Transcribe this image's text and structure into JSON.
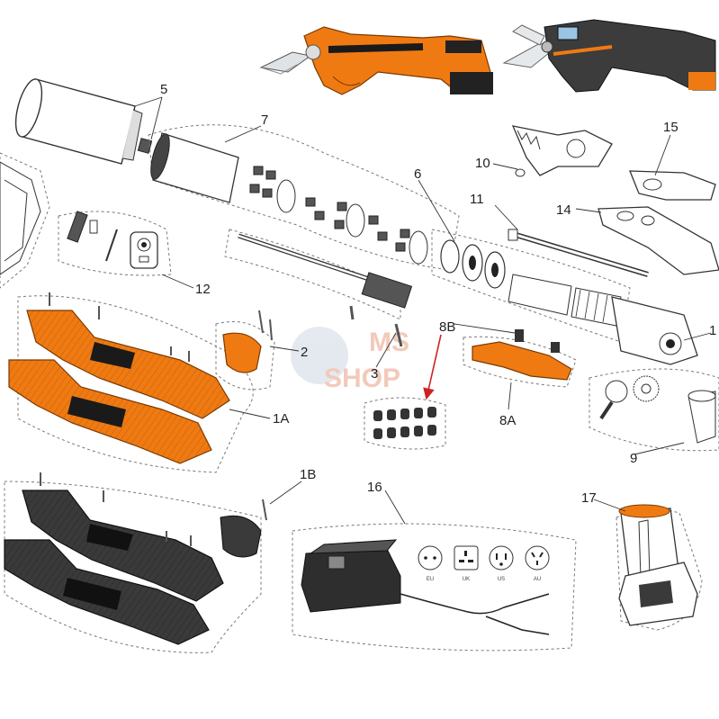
{
  "colors": {
    "accent": "#f07a12",
    "accent_dark": "#c85c00",
    "dark_part": "#3a3a3a",
    "outline": "#333333",
    "dashed": "#777777",
    "watermark": "#e8a080",
    "arrow": "#cc2222"
  },
  "parts": [
    {
      "id": "5",
      "label": "5"
    },
    {
      "id": "7",
      "label": "7"
    },
    {
      "id": "6",
      "label": "6"
    },
    {
      "id": "10",
      "label": "10"
    },
    {
      "id": "11",
      "label": "11"
    },
    {
      "id": "14",
      "label": "14"
    },
    {
      "id": "15",
      "label": "15"
    },
    {
      "id": "12",
      "label": "12"
    },
    {
      "id": "1",
      "label": "1"
    },
    {
      "id": "2",
      "label": "2"
    },
    {
      "id": "3",
      "label": "3"
    },
    {
      "id": "8B",
      "label": "8B"
    },
    {
      "id": "8A",
      "label": "8A"
    },
    {
      "id": "9",
      "label": "9"
    },
    {
      "id": "1A",
      "label": "1A"
    },
    {
      "id": "1B",
      "label": "1B"
    },
    {
      "id": "16",
      "label": "16"
    },
    {
      "id": "17",
      "label": "17"
    }
  ],
  "plugs": [
    {
      "icon": "eu-plug-icon",
      "label": "EU"
    },
    {
      "icon": "uk-plug-icon",
      "label": "UK"
    },
    {
      "icon": "us-plug-icon",
      "label": "US"
    },
    {
      "icon": "au-plug-icon",
      "label": "AU"
    }
  ],
  "watermark": {
    "line1": "MS",
    "line2": "SHOP"
  }
}
